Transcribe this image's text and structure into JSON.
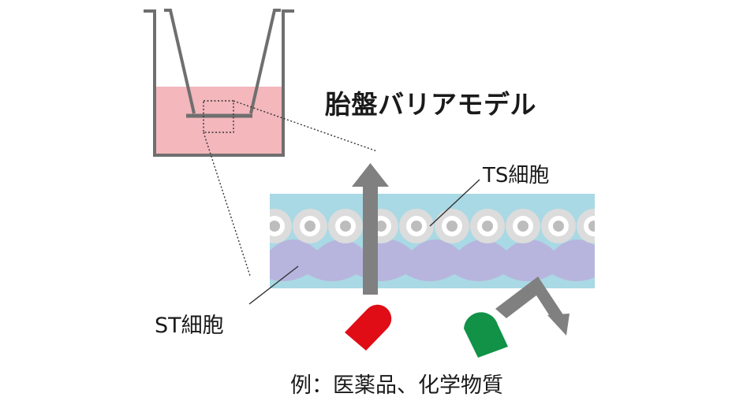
{
  "diagram": {
    "title": "胎盤バリアモデル",
    "ts_cell_label": "TS細胞",
    "st_cell_label": "ST細胞",
    "example_label": "例：医薬品、化学物質",
    "colors": {
      "medium_pink": "#f3b7bc",
      "vessel_gray": "#6f6f6f",
      "ts_layer_blue": "#a9d9e4",
      "cell_ring_gray": "#dcdcdc",
      "cell_nucleus_gray": "#bdbdbd",
      "st_layer_purple": "#b7b5dd",
      "arrow_gray": "#808080",
      "capsule_red": "#e00d16",
      "capsule_green": "#119247"
    }
  }
}
